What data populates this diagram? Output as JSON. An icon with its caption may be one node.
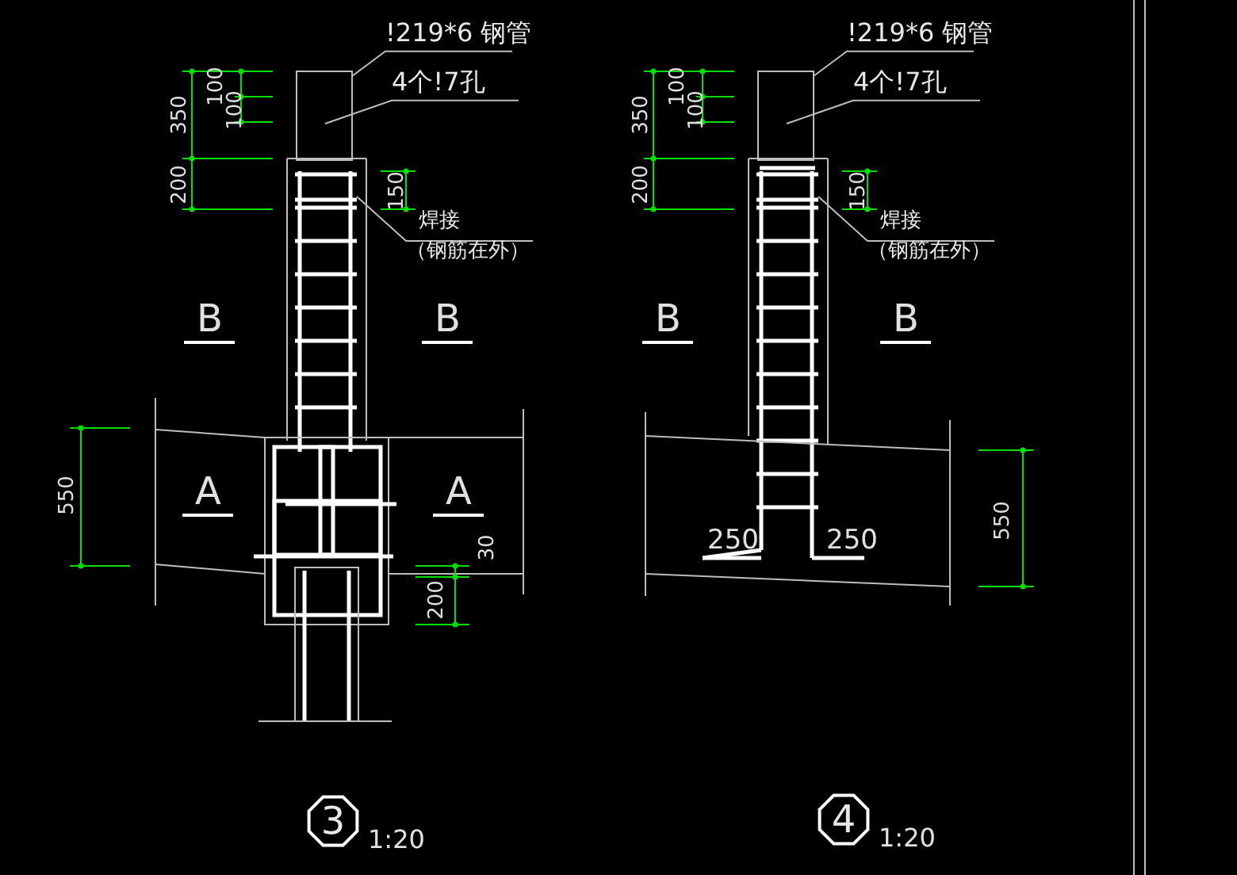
{
  "diagram": {
    "nodes": [
      {
        "text": [
          "!219*6 钢管"
        ]
      },
      {
        "text": [
          "4个!7孔"
        ]
      },
      {
        "text": [
          "焊接",
          "（钢筋在外）"
        ]
      },
      {
        "text": [
          "!219*6 钢管"
        ]
      },
      {
        "text": [
          "4个!7孔"
        ]
      },
      {
        "text": [
          "焊接",
          "（钢筋在外）"
        ]
      },
      {
        "text": [
          "3"
        ],
        "beside": [
          "1:20"
        ]
      },
      {
        "text": [
          "4"
        ],
        "beside": [
          "1:20"
        ]
      }
    ],
    "edges": [
      {
        "from": 0,
        "to": null,
        "arrow": "none"
      },
      {
        "from": 1,
        "to": null,
        "arrow": "none"
      },
      {
        "from": 2,
        "to": null,
        "arrow": "none"
      },
      {
        "from": 3,
        "to": null,
        "arrow": "none"
      },
      {
        "from": 4,
        "to": null,
        "arrow": "none"
      },
      {
        "from": 5,
        "to": null,
        "arrow": "none"
      }
    ],
    "labels": [
      "350",
      "100",
      "100",
      "200",
      "150",
      "B",
      "B",
      "550",
      "A",
      "A",
      "30",
      "200",
      "350",
      "100",
      "100",
      "200",
      "150",
      "B",
      "B",
      "250",
      "250",
      "550"
    ]
  }
}
